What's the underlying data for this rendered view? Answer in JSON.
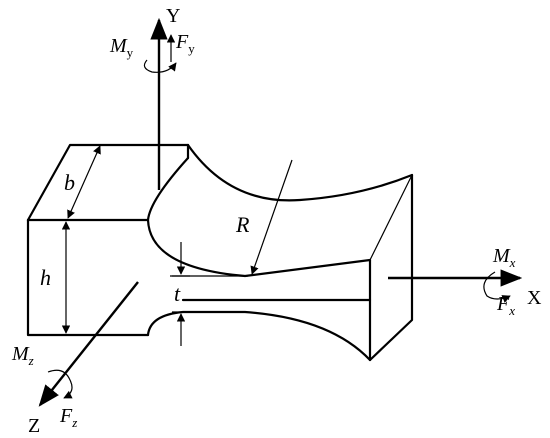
{
  "axes": {
    "y": {
      "label": "Y",
      "force": "F",
      "force_sub": "y",
      "moment": "M",
      "moment_sub": "y"
    },
    "x": {
      "label": "X",
      "force": "F",
      "force_sub": "x",
      "moment": "M",
      "moment_sub": "x"
    },
    "z": {
      "label": "Z",
      "force": "F",
      "force_sub": "z",
      "moment": "M",
      "moment_sub": "z"
    }
  },
  "dimensions": {
    "b": "b",
    "h": "h",
    "t": "t",
    "R": "R"
  },
  "colors": {
    "stroke": "#000000",
    "background": "#ffffff"
  }
}
